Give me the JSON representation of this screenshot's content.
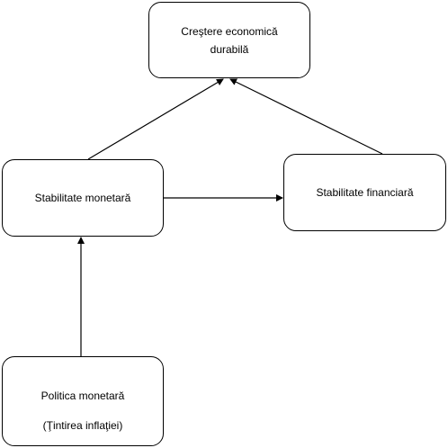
{
  "nodes": {
    "growth": {
      "line1": "Creştere economică",
      "line2": "durabilă"
    },
    "monetary_stability": {
      "label": "Stabilitate monetară"
    },
    "financial_stability": {
      "label": "Stabilitate financiară"
    },
    "policy": {
      "line1": "Politica monetară",
      "line2": "(Ţintirea inflaţiei)"
    }
  },
  "edges": [
    {
      "from": "monetary_stability",
      "to": "growth"
    },
    {
      "from": "financial_stability",
      "to": "growth"
    },
    {
      "from": "monetary_stability",
      "to": "financial_stability"
    },
    {
      "from": "policy",
      "to": "monetary_stability"
    }
  ],
  "colors": {
    "stroke": "#000000",
    "background": "#ffffff"
  }
}
